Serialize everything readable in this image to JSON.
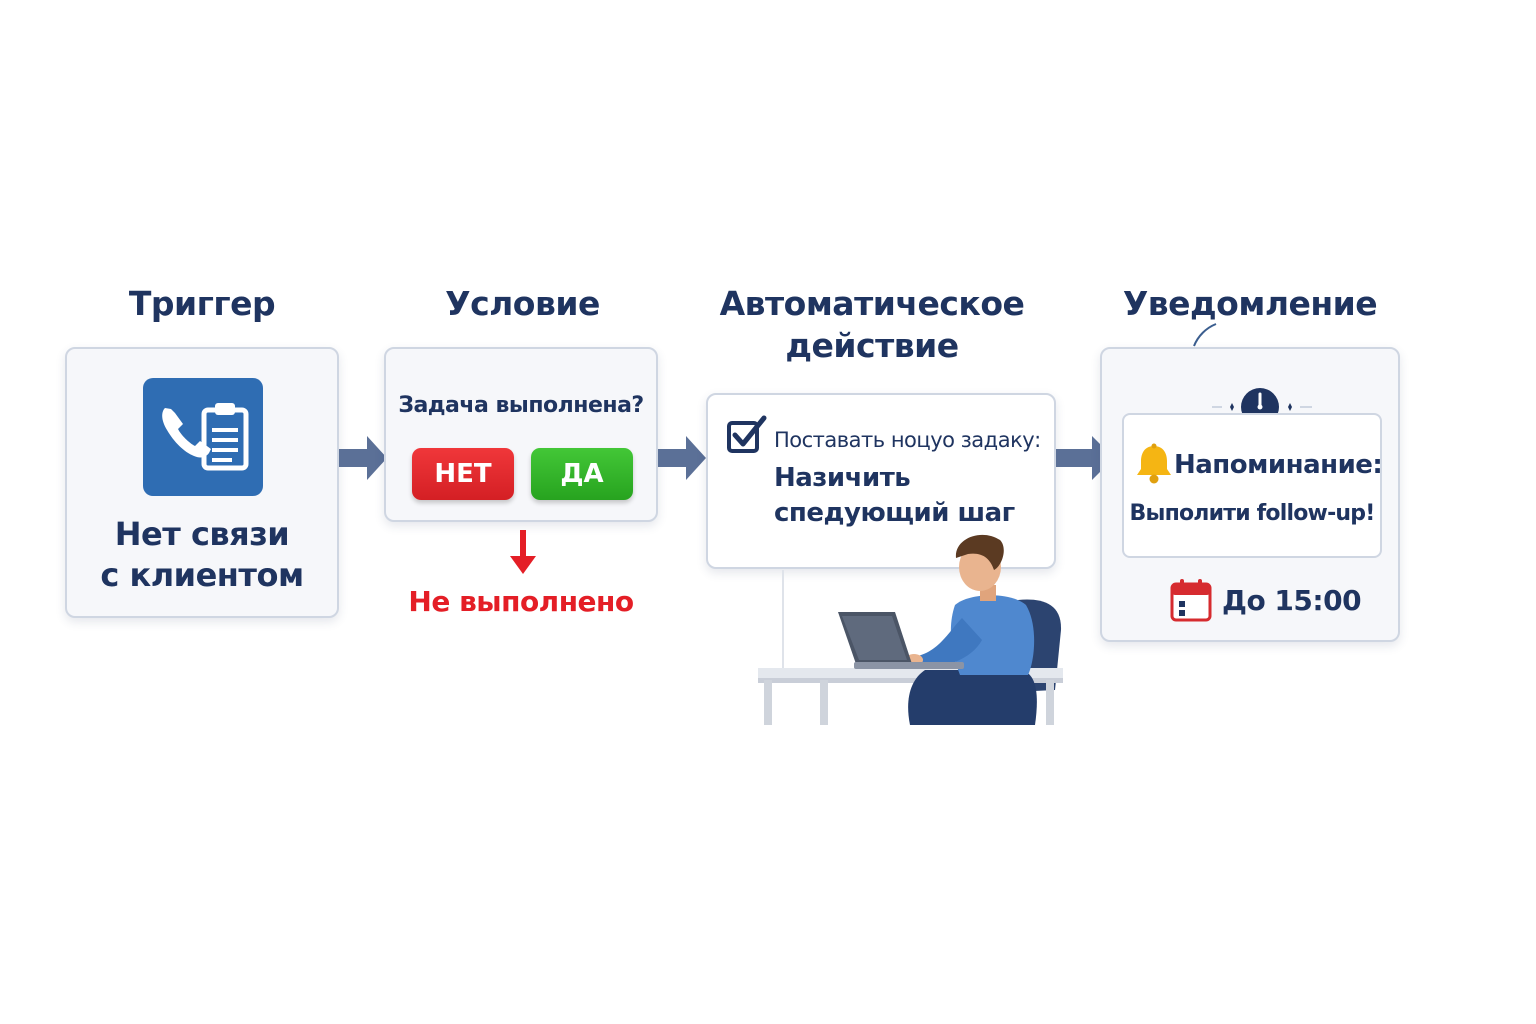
{
  "steps": {
    "trigger": {
      "heading": "Триггер",
      "line1": "Нет связи",
      "line2": "с клиентом"
    },
    "condition": {
      "heading": "Условие",
      "question": "Задача выполнена?",
      "no_label": "НЕТ",
      "yes_label": "ДА",
      "not_done": "Не выполнено"
    },
    "action": {
      "heading_line1": "Автоматическое",
      "heading_line2": "действие",
      "line1": "Поставать ноцуо задаку:",
      "line2": "Назичить",
      "line3": "спедующий шаг"
    },
    "notification": {
      "heading": "Уведомление",
      "reminder_title": "Напоминание:",
      "reminder_text": "Выполити follow-up!",
      "deadline": "До 15:00"
    }
  },
  "colors": {
    "heading": "#1f3460",
    "card_border": "#cfd6e2",
    "arrow": "#5b7097",
    "icon_bg": "#2f6db3",
    "no_button": "#e02a2e",
    "yes_button": "#36b62b",
    "not_done_text": "#e41e26"
  },
  "icons": [
    "phone-icon",
    "clipboard-icon",
    "checkbox-icon",
    "down-arrow-icon",
    "clock-icon",
    "bell-icon",
    "calendar-icon",
    "person-at-laptop-illustration"
  ]
}
